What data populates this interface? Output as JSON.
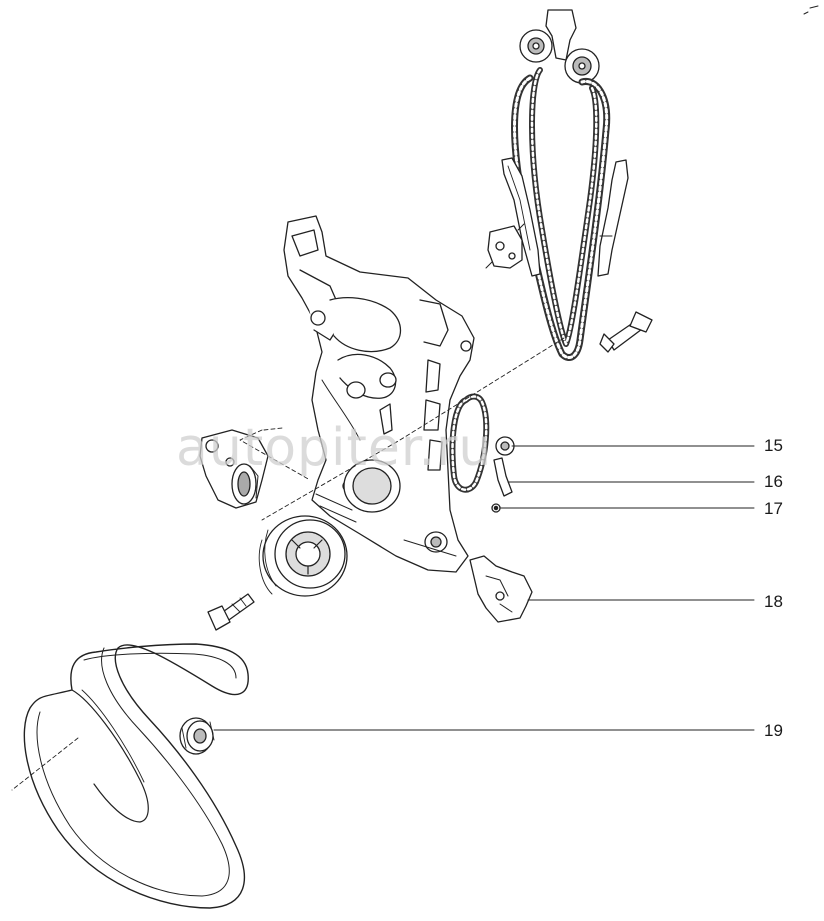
{
  "watermark": {
    "text": "autopiter.ru"
  },
  "callouts": [
    {
      "number": "15"
    },
    {
      "number": "16"
    },
    {
      "number": "17"
    },
    {
      "number": "18"
    },
    {
      "number": "19"
    }
  ],
  "colors": {
    "line": "#222222",
    "shade": "#bdbdbd",
    "fill": "#ffffff",
    "chain": "#555555"
  }
}
